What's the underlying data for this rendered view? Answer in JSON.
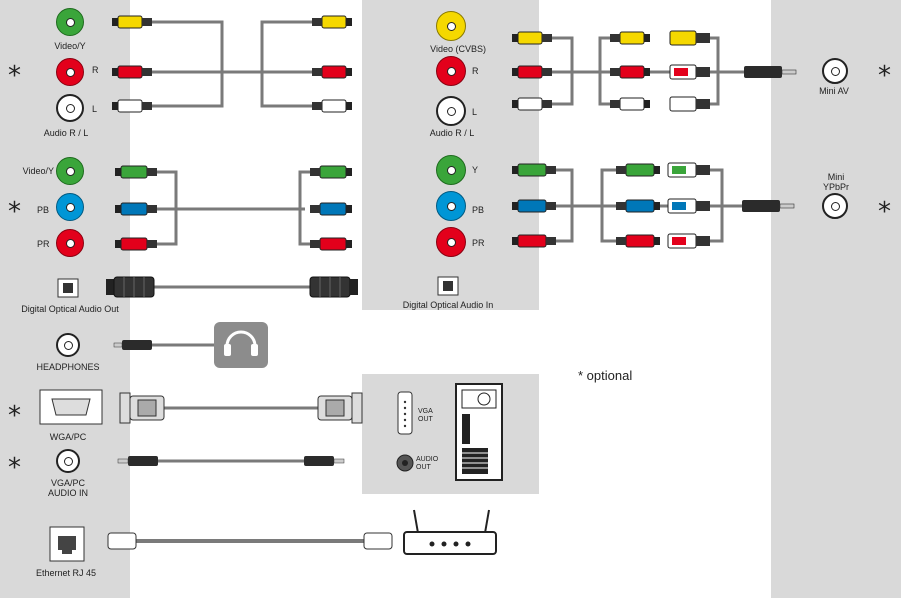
{
  "tv_inputs": {
    "video_y": "Video/Y",
    "r": "R",
    "l": "L",
    "audio_rl": "Audio R / L",
    "comp_video_y": "Video/Y",
    "pb": "PB",
    "pr": "PR",
    "optical_out": "Digital Optical Audio Out",
    "headphones": "HEADPHONES",
    "vga_pc": "WGA/PC",
    "vga_pc_audio": "VGA/PC\nAUDIO IN",
    "ethernet": "Ethernet RJ 45"
  },
  "device_ports": {
    "video_cvbs": "Video (CVBS)",
    "r": "R",
    "l": "L",
    "audio_rl": "Audio R / L",
    "y": "Y",
    "pb": "PB",
    "pr": "PR",
    "optical_in": "Digital Optical Audio In",
    "vga_out": "VGA\nOUT",
    "audio_out": "AUDIO\nOUT"
  },
  "mini_ports": {
    "mini_av": "Mini AV",
    "mini_ypbpr": "Mini\nYPbPr"
  },
  "footnote": "* optional",
  "star_symbol": "*",
  "colors": {
    "panel": "#d9d9d9",
    "yellow": "#f5d800",
    "red": "#e3001b",
    "white": "#ffffff",
    "green": "#3aa53a",
    "blue": "#0096d6",
    "cable": "#7a7a7a"
  },
  "icons": [
    "headphones-icon",
    "computer-tower-icon",
    "router-icon",
    "vga-port-icon",
    "ethernet-port-icon",
    "optical-port-icon"
  ]
}
